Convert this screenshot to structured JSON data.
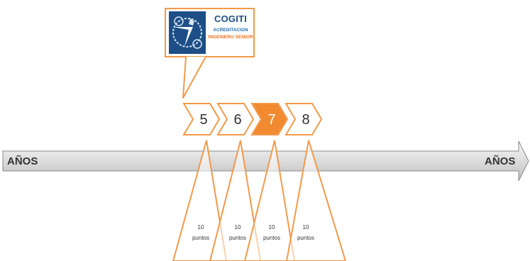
{
  "logo": {
    "brand": "COGITI",
    "line1": "ACREDITACION",
    "line2": "INGENIERO SENIOR"
  },
  "timeline": {
    "left_label": "AÑOS",
    "right_label": "AÑOS"
  },
  "steps": [
    {
      "number": "5",
      "points_value": "10",
      "points_unit": "puntos",
      "highlighted": false
    },
    {
      "number": "6",
      "points_value": "10",
      "points_unit": "puntos",
      "highlighted": false
    },
    {
      "number": "7",
      "points_value": "10",
      "points_unit": "puntos",
      "highlighted": true
    },
    {
      "number": "8",
      "points_value": "10",
      "points_unit": "puntos",
      "highlighted": false
    }
  ],
  "colors": {
    "accent_orange": "#f29a4a",
    "highlight_fill": "#f28a32",
    "logo_blue": "#1d4f86",
    "arrow_gray": "#d9d9d9"
  }
}
